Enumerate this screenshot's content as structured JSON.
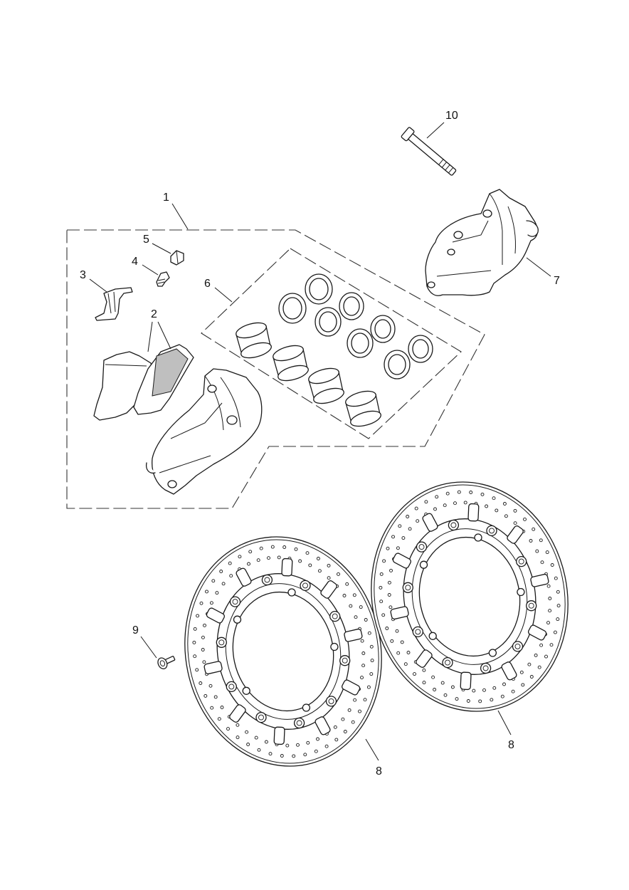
{
  "callouts": [
    {
      "id": "1",
      "label": "1"
    },
    {
      "id": "2",
      "label": "2"
    },
    {
      "id": "3",
      "label": "3"
    },
    {
      "id": "4",
      "label": "4"
    },
    {
      "id": "5",
      "label": "5"
    },
    {
      "id": "6",
      "label": "6"
    },
    {
      "id": "7",
      "label": "7"
    },
    {
      "id": "8a",
      "label": "8"
    },
    {
      "id": "8b",
      "label": "8"
    },
    {
      "id": "9",
      "label": "9"
    },
    {
      "id": "10",
      "label": "10"
    }
  ],
  "parts": [
    {
      "callout": "1",
      "icon": "caliper-assembly-kit-icon"
    },
    {
      "callout": "2",
      "icon": "brake-pad-icon"
    },
    {
      "callout": "3",
      "icon": "pad-spring-clip-icon"
    },
    {
      "callout": "4",
      "icon": "bleed-screw-icon"
    },
    {
      "callout": "5",
      "icon": "bleed-cap-icon"
    },
    {
      "callout": "6",
      "icon": "piston-seal-kit-icon"
    },
    {
      "callout": "7",
      "icon": "brake-caliper-icon"
    },
    {
      "callout": "8",
      "icon": "brake-disc-icon"
    },
    {
      "callout": "9",
      "icon": "disc-bolt-icon"
    },
    {
      "callout": "10",
      "icon": "caliper-bolt-icon"
    }
  ]
}
